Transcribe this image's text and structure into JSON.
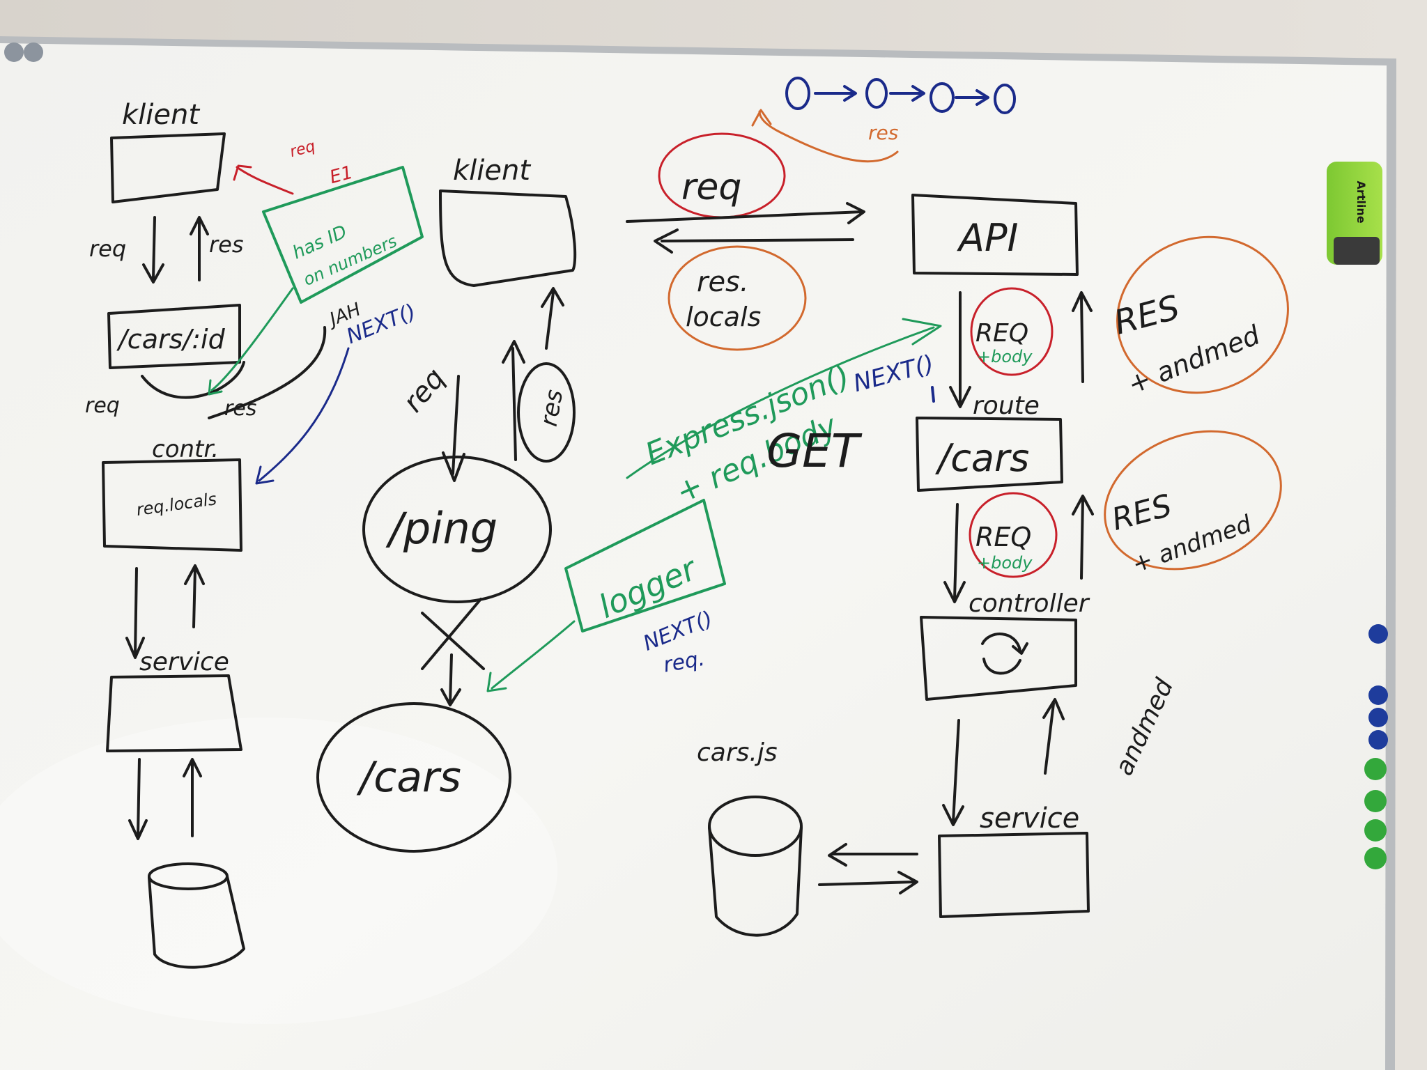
{
  "colors": {
    "black_marker": "#1c1c1c",
    "green_marker": "#1f9a5a",
    "blue_marker": "#1a2a8a",
    "orange_marker": "#d2692e",
    "red_marker": "#c8202a",
    "board": "#f4f4f1",
    "frame": "#b9bcbf"
  },
  "left_flow": {
    "klient_label": "klient",
    "req_label": "req",
    "res_label": "res",
    "route_label": "/cars/:id",
    "req2_label": "req",
    "res2_label": "res",
    "controller_label": "contr.",
    "controller_body": "req.locals",
    "service_label": "service",
    "db_icon": "database-icon"
  },
  "annotations_left": {
    "red_note": "req",
    "red_note2": "E1",
    "green_box_line1": "has ID",
    "green_box_line2": "on numbers",
    "blue_note_line1": "JAH",
    "blue_note_line2": "NEXT()"
  },
  "middle_flow": {
    "klient_label": "klient",
    "req_label": "req",
    "res_label": "res",
    "ping_label": "/ping",
    "cars_label": "/cars",
    "logger_label": "logger",
    "logger_next": "NEXT()",
    "logger_req": "req."
  },
  "top_middle": {
    "req_circle": "req",
    "res_locals_line1": "res.",
    "res_locals_line2": "locals",
    "chain_label": "res",
    "express_line1": "Express.json()",
    "express_line2": "+ req.body",
    "next_label": "NEXT()",
    "get_label": "GET"
  },
  "right_flow": {
    "api_label": "API",
    "req_body_1": "REQ",
    "req_body_1_sub": "+body",
    "res_1": "RES",
    "res_1_sub": "+ andmed",
    "route_label": "route",
    "cars_route": "/cars",
    "req_body_2": "REQ",
    "req_body_2_sub": "+body",
    "res_2": "RES",
    "res_2_sub": "+ andmed",
    "controller_label": "controller",
    "andmed_label": "andmed",
    "service_label": "service",
    "cars_js_label": "cars.js"
  },
  "eraser_brand": "Artline"
}
